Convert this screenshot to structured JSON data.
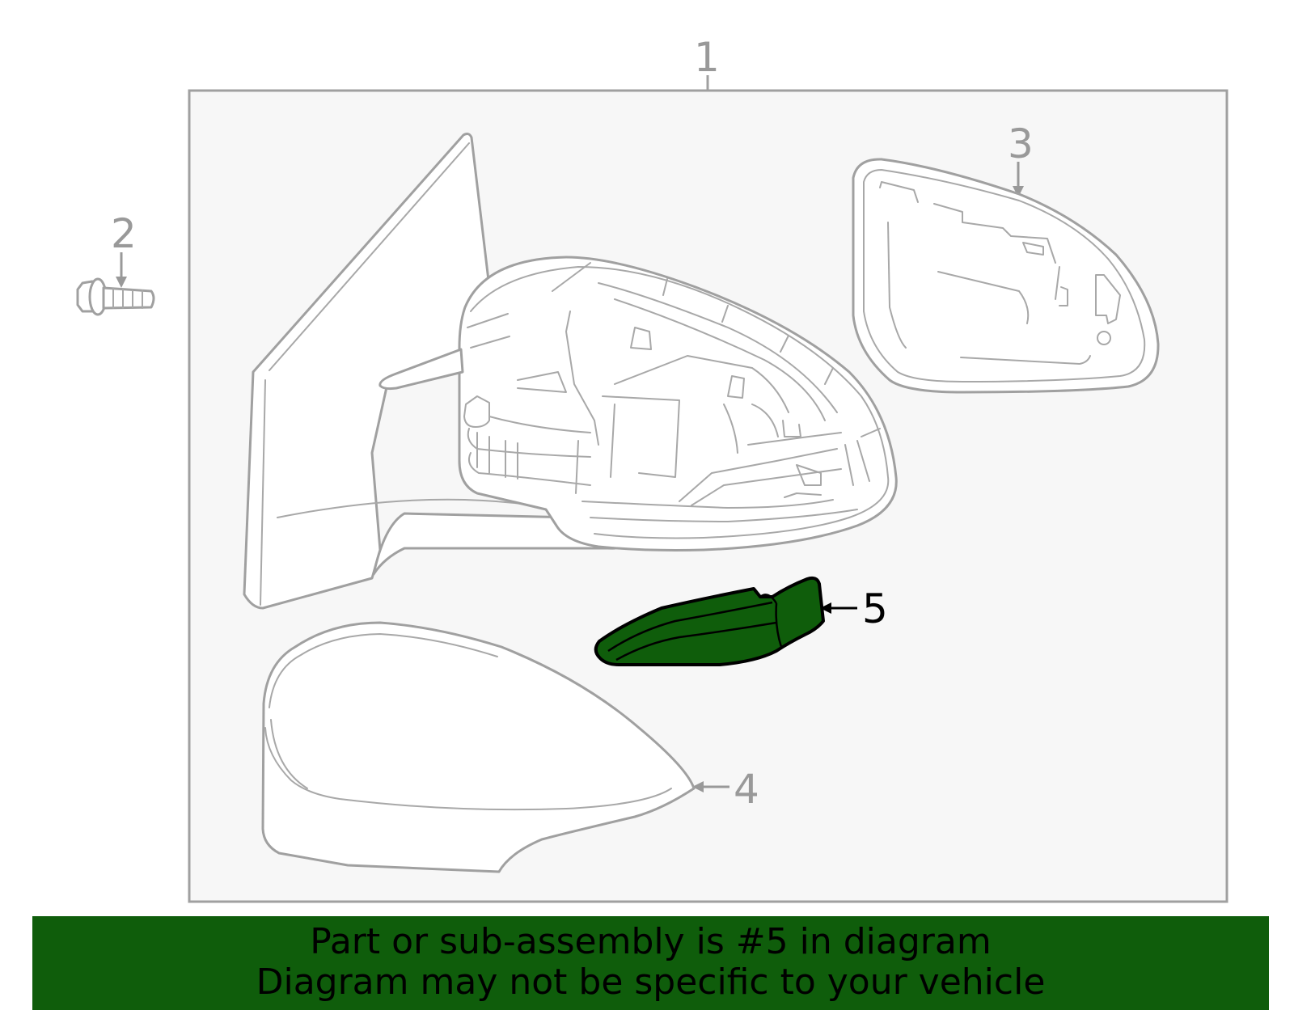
{
  "diagram": {
    "callouts": {
      "c1": "1",
      "c2": "2",
      "c3": "3",
      "c4": "4",
      "c5": "5"
    },
    "highlight_color": "#0f5d0b",
    "line_color": "#a0a0a0",
    "frame_fill": "#f7f7f7"
  },
  "banner": {
    "line1": "Part or sub-assembly is #5 in diagram",
    "line2": "Diagram may not be specific to your vehicle"
  }
}
